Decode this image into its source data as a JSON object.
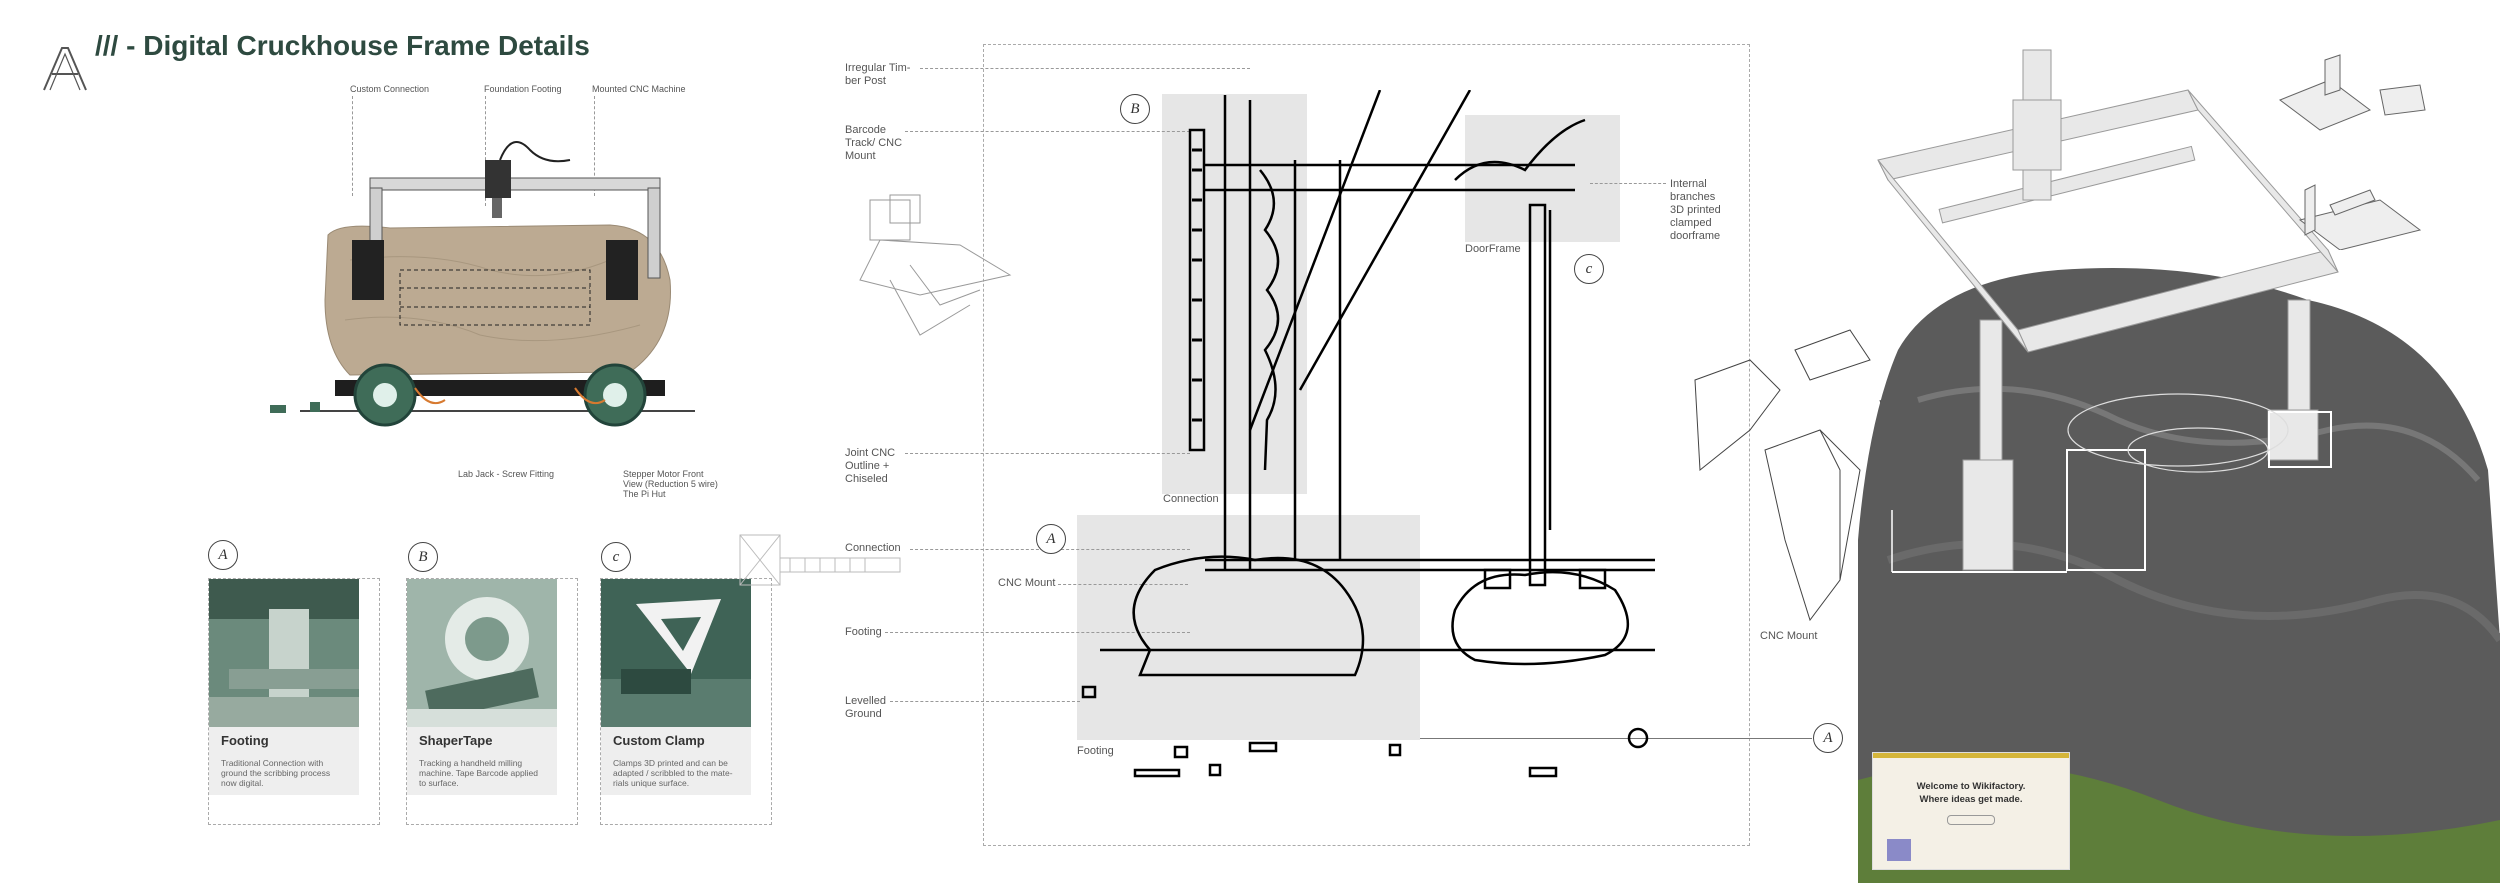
{
  "header": {
    "logo_letter": "A",
    "title": "/// - Digital Cruckhouse Frame Details"
  },
  "machine_labels": {
    "custom_connection": "Custom Connection",
    "foundation_footing": "Foundation Footing",
    "mounted_cnc": "Mounted CNC Machine",
    "lab_jack": "Lab Jack - Screw Fitting",
    "stepper_l1": "Stepper Motor Front",
    "stepper_l2": "View (Reduction 5 wire)",
    "stepper_l3": "The Pi Hut"
  },
  "cards": [
    {
      "badge": "A",
      "title": "Footing",
      "desc_l1": "Traditional Connection with",
      "desc_l2": "ground the scribbing process",
      "desc_l3": "now digital."
    },
    {
      "badge": "B",
      "title": "ShaperTape",
      "desc_l1": "Tracking a handheld milling",
      "desc_l2": "machine. Tape Barcode applied",
      "desc_l3": "to surface."
    },
    {
      "badge": "c",
      "title": "Custom Clamp",
      "desc_l1": "Clamps 3D printed and can be",
      "desc_l2": "adapted / scribbled to the mate-",
      "desc_l3": "rials unique surface."
    }
  ],
  "section_labels": {
    "timber_l1": "Irregular Tim-",
    "timber_l2": "ber Post",
    "barcode_l1": "Barcode",
    "barcode_l2": "Track/ CNC",
    "barcode_l3": "Mount",
    "joint_l1": "Joint CNC",
    "joint_l2": "Outline +",
    "joint_l3": "Chiseled",
    "connection_left": "Connection",
    "cnc_mount_left": "CNC Mount",
    "footing_left": "Footing",
    "levelled_l1": "Levelled",
    "levelled_l2": "Ground",
    "connection_block": "Connection",
    "footing_block": "Footing",
    "doorframe": "DoorFrame",
    "internal_l1": "Internal",
    "internal_l2": "branches",
    "internal_l3": "3D printed",
    "internal_l4": "clamped",
    "internal_l5": "doorframe",
    "cnc_mount_right": "CNC Mount"
  },
  "badges": {
    "b": "B",
    "c": "c",
    "a_left": "A",
    "a_right": "A"
  },
  "banner": {
    "line1": "Welcome to Wikifactory.",
    "line2": "Where ideas get made."
  }
}
